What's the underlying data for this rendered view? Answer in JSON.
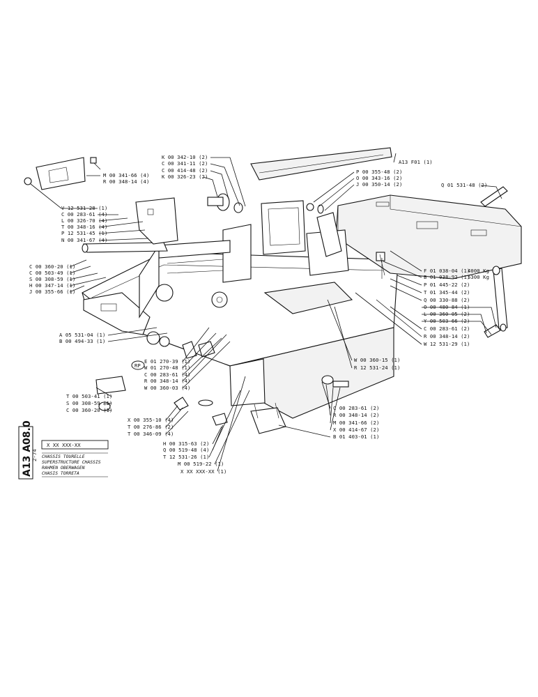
{
  "labels_left": [
    "V 12 531-28 (1)",
    "C 00 283-61 (4)",
    "L 00 326-70 (4)",
    "T 00 348-16 (4)",
    "P 12 531-45 (1)",
    "N 00 341-67 (4)",
    "C 00 360-20 (1)",
    "C 00 503-49 (1)",
    "S 00 308-59 (1)",
    "H 00 347-14 (1)",
    "J 00 355-66 (1)",
    "A 05 531-04 (1)",
    "B 00 494-33 (1)",
    "T 00 503-41 (1)",
    "S 00 308-59 (1)",
    "C 00 360-20 (1)"
  ],
  "labels_top": [
    "M 00 341-66 (4)",
    "R 00 348-14 (4)",
    "K 00 342-10 (2)",
    "C 00 341-11 (2)",
    "C 00 414-48 (2)",
    "K 00 326-23 (2)",
    "A13 F01 (1)",
    "P 00 355-48 (2)",
    "O 00 343-16 (2)",
    "J 00 350-14 (2)",
    "Q 01 531-48 (2)"
  ],
  "labels_right": [
    "F 01 038-04 (1)",
    "B 01 038-92 (1)",
    "P 01 445-22 (2)",
    "T 01 345-44 (2)",
    "Q 00 330-88 (2)",
    "O 00 480-84 (1)",
    "L 00 360-05 (2)",
    "Y 00 503-66 (2)",
    "C 00 283-61 (2)",
    "R 00 348-14 (2)",
    "W 12 531-29 (1)"
  ],
  "weights": [
    "4000 Kg",
    "5300 Kg"
  ],
  "labels_center": [
    "W 00 360-15 (1)",
    "R 12 531-24 (1)",
    "E 01 270-39 (1)",
    "W 01 270-48 (1)",
    "C 00 283-61 (4)",
    "R 00 348-14 (4)",
    "W 00 360-03 (4)",
    "X 00 355-10 (4)",
    "T 00 276-86 (2)",
    "T 00 346-09 (4)",
    "C 00 283-61 (2)",
    "R 00 348-14 (2)",
    "M 00 341-66 (2)",
    "X 00 414-67 (2)",
    "B 01 403-01 (1)",
    "H 00 315-63 (2)",
    "Q 00 519-48 (4)",
    "T 12 531-26 (1)",
    "M 00 519-22 (1)",
    "X XX XXX-XX (1)"
  ],
  "rp_badge": "RP",
  "title_block": {
    "code_box": "X XX XXX-XX",
    "lines": [
      "CHASSIS TOURELLE",
      "SUPERSTRUCTURE CHASSIS",
      "RAHMEN OBERWAGEN",
      "CHASIS TORRETA"
    ],
    "date": "2-74"
  },
  "page_code": "A13 A08.0"
}
